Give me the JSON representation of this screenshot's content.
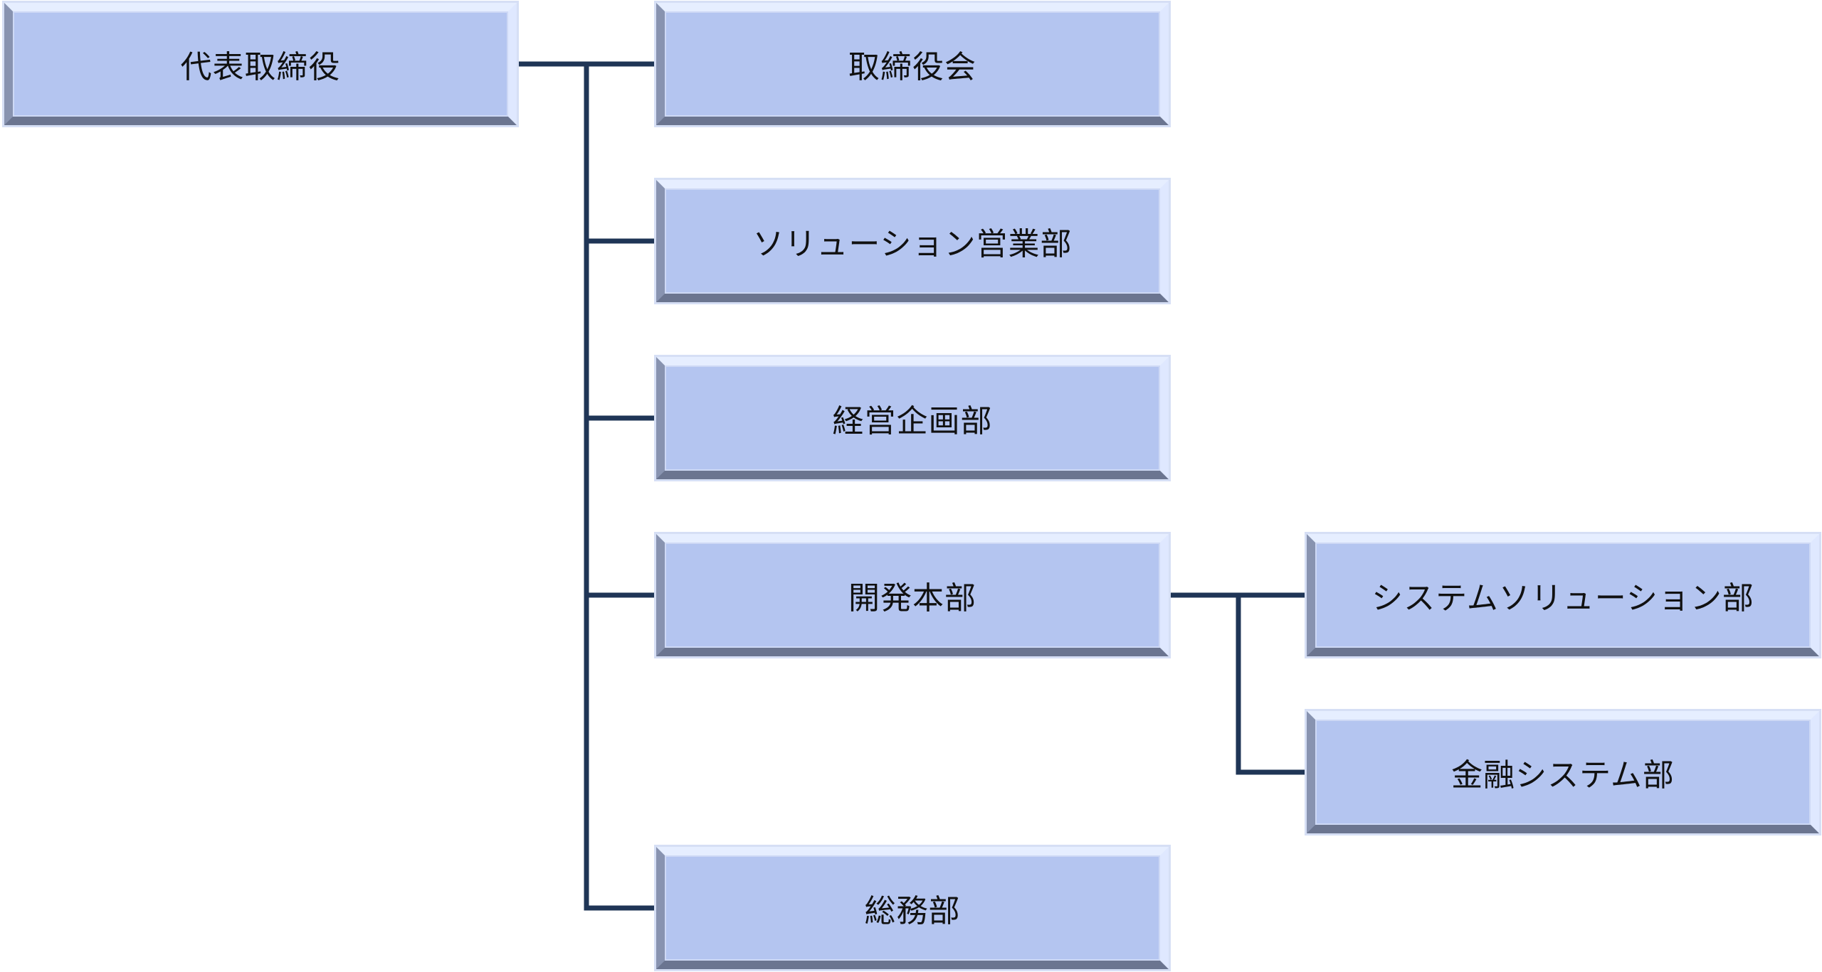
{
  "colors": {
    "node_fill": "#b4c5f0",
    "connector": "#1f3556"
  },
  "nodes": [
    {
      "id": "ceo",
      "label": "代表取締役"
    },
    {
      "id": "board",
      "label": "取締役会"
    },
    {
      "id": "solution-sales",
      "label": "ソリューション営業部"
    },
    {
      "id": "planning",
      "label": "経営企画部"
    },
    {
      "id": "development",
      "label": "開発本部"
    },
    {
      "id": "system-solution",
      "label": "システムソリューション部"
    },
    {
      "id": "finance-system",
      "label": "金融システム部"
    },
    {
      "id": "general-affairs",
      "label": "総務部"
    }
  ]
}
